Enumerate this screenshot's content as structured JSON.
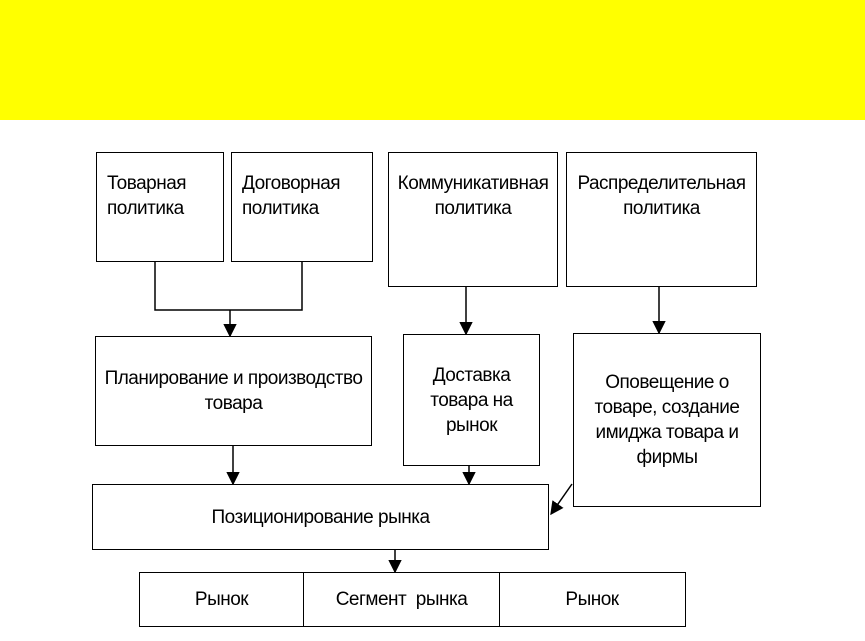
{
  "banner": {
    "color": "#ffff00"
  },
  "boxes": {
    "product_policy": "Товарная\nполитика",
    "contract_policy": "Договорная\nполитика",
    "communication_policy": "Коммуникативная\nполитика",
    "distribution_policy": "Распределительная\nполитика",
    "planning": "Планирование и производство\nтовара",
    "delivery": "Доставка\nтовара на\nрынок",
    "notification": "Оповещение о\nтоваре, создание\nимиджа товара и\nфирмы",
    "positioning": "Позиционирование рынка"
  },
  "market_row": {
    "left": "Рынок",
    "middle": "Сегмент  рынка",
    "right": "Рынок"
  }
}
